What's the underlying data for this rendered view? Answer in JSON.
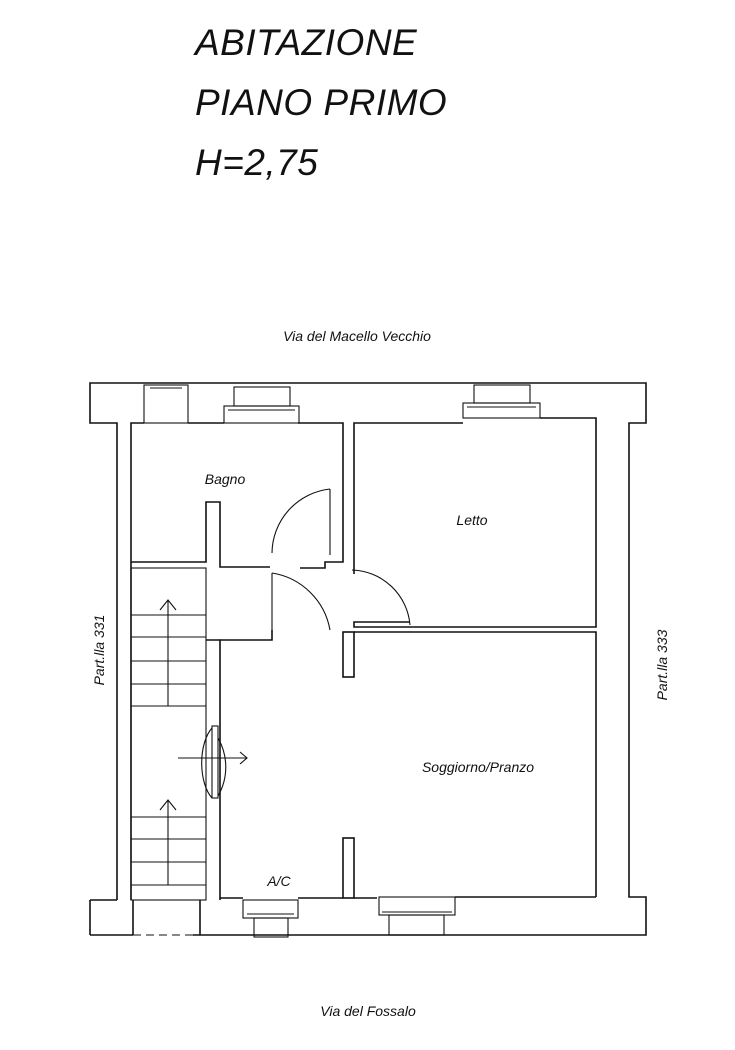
{
  "title": {
    "line1": "ABITAZIONE",
    "line2": "PIANO PRIMO",
    "line3": "H=2,75"
  },
  "streets": {
    "north": "Via del Macello Vecchio",
    "south": "Via del Fossalo"
  },
  "parcels": {
    "west": "Part.lla 331",
    "east": "Part.lla 333"
  },
  "rooms": {
    "bagno": "Bagno",
    "letto": "Letto",
    "soggiorno": "Soggiorno/Pranzo",
    "ac": "A/C"
  }
}
